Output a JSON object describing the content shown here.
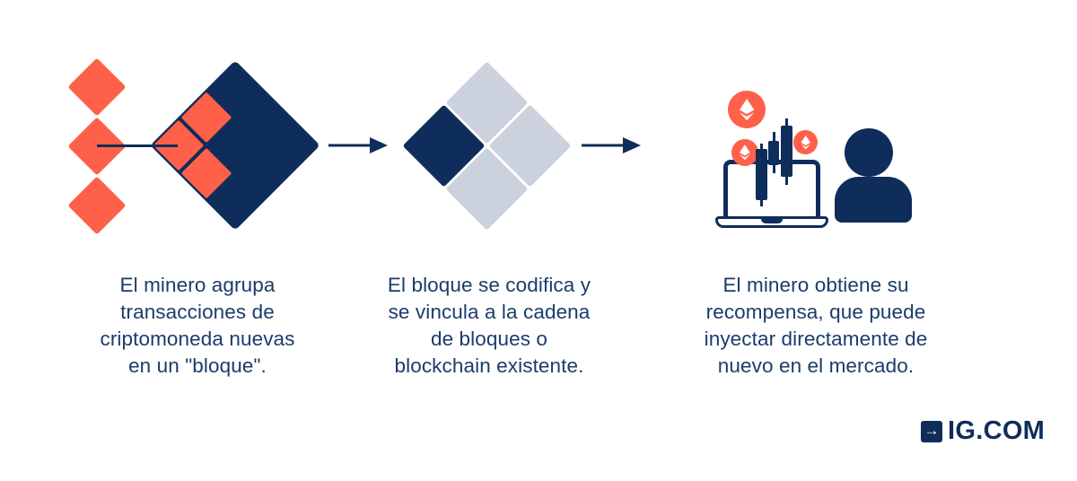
{
  "colors": {
    "navy": "#0f2d5a",
    "orange": "#ff6049",
    "light_gray": "#cbd2de",
    "text_navy": "#1b3c6b",
    "background": "#ffffff"
  },
  "steps": [
    {
      "illustration": "new-transactions-grouped-into-block",
      "caption": "El minero agrupa\ntransacciones de\ncriptomoneda nuevas\nen un \"bloque\"."
    },
    {
      "illustration": "block-linked-to-existing-blockchain",
      "caption": "El bloque se codifica y\nse vincula a la cadena\nde bloques o\nblockchain existente."
    },
    {
      "illustration": "miner-reward-laptop-chart-ethereum-person",
      "caption": "El minero obtiene su\nrecompensa, que puede\ninyectar directamente de\nnuevo en el mercado."
    }
  ],
  "arrows": {
    "icon": "arrow-right-icon",
    "count": 2
  },
  "logo": {
    "brand": "IG.COM",
    "icon": "arrow-right-icon"
  }
}
